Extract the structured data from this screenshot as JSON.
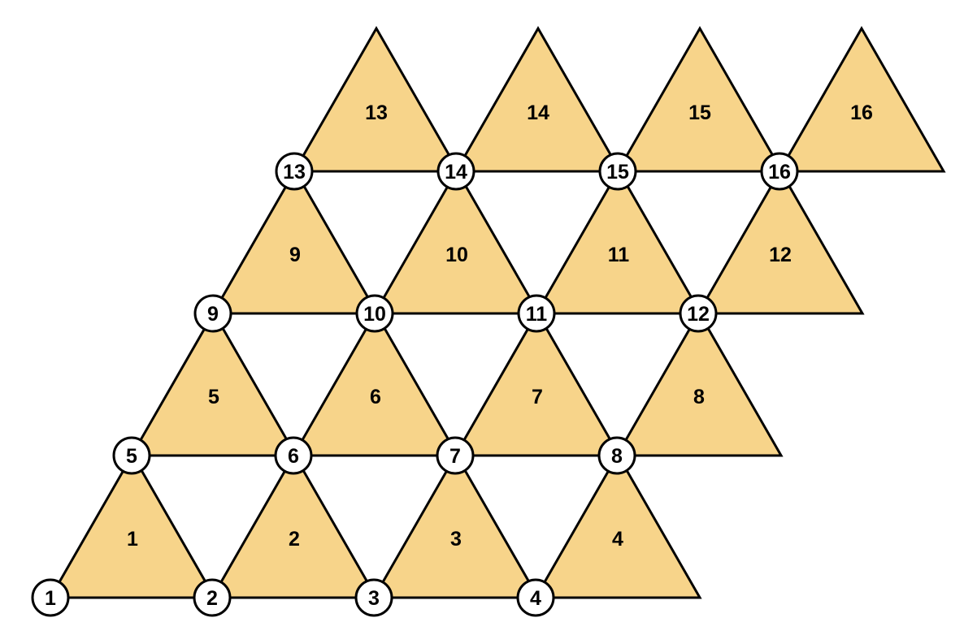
{
  "diagram": {
    "nodes": [
      {
        "id": "1",
        "label": "1"
      },
      {
        "id": "2",
        "label": "2"
      },
      {
        "id": "3",
        "label": "3"
      },
      {
        "id": "4",
        "label": "4"
      },
      {
        "id": "5",
        "label": "5"
      },
      {
        "id": "6",
        "label": "6"
      },
      {
        "id": "7",
        "label": "7"
      },
      {
        "id": "8",
        "label": "8"
      },
      {
        "id": "9",
        "label": "9"
      },
      {
        "id": "10",
        "label": "10"
      },
      {
        "id": "11",
        "label": "11"
      },
      {
        "id": "12",
        "label": "12"
      },
      {
        "id": "13",
        "label": "13"
      },
      {
        "id": "14",
        "label": "14"
      },
      {
        "id": "15",
        "label": "15"
      },
      {
        "id": "16",
        "label": "16"
      }
    ],
    "triangles": [
      {
        "id": "1",
        "label": "1",
        "left_node": "1",
        "right_node": "2",
        "top_node": "5"
      },
      {
        "id": "2",
        "label": "2",
        "left_node": "2",
        "right_node": "3",
        "top_node": "6"
      },
      {
        "id": "3",
        "label": "3",
        "left_node": "3",
        "right_node": "4",
        "top_node": "7"
      },
      {
        "id": "4",
        "label": "4",
        "left_node": "4",
        "right_node": null,
        "top_node": "8"
      },
      {
        "id": "5",
        "label": "5",
        "left_node": "5",
        "right_node": "6",
        "top_node": "9"
      },
      {
        "id": "6",
        "label": "6",
        "left_node": "6",
        "right_node": "7",
        "top_node": "10"
      },
      {
        "id": "7",
        "label": "7",
        "left_node": "7",
        "right_node": "8",
        "top_node": "11"
      },
      {
        "id": "8",
        "label": "8",
        "left_node": "8",
        "right_node": null,
        "top_node": "12"
      },
      {
        "id": "9",
        "label": "9",
        "left_node": "9",
        "right_node": "10",
        "top_node": "13"
      },
      {
        "id": "10",
        "label": "10",
        "left_node": "10",
        "right_node": "11",
        "top_node": "14"
      },
      {
        "id": "11",
        "label": "11",
        "left_node": "11",
        "right_node": "12",
        "top_node": "15"
      },
      {
        "id": "12",
        "label": "12",
        "left_node": "12",
        "right_node": null,
        "top_node": "16"
      },
      {
        "id": "13",
        "label": "13",
        "left_node": "13",
        "right_node": "14",
        "top_node": null
      },
      {
        "id": "14",
        "label": "14",
        "left_node": "14",
        "right_node": "15",
        "top_node": null
      },
      {
        "id": "15",
        "label": "15",
        "left_node": "15",
        "right_node": "16",
        "top_node": null
      },
      {
        "id": "16",
        "label": "16",
        "left_node": "16",
        "right_node": null,
        "top_node": null
      }
    ],
    "edges": [
      [
        "1",
        "2"
      ],
      [
        "2",
        "3"
      ],
      [
        "3",
        "4"
      ],
      [
        "5",
        "6"
      ],
      [
        "6",
        "7"
      ],
      [
        "7",
        "8"
      ],
      [
        "9",
        "10"
      ],
      [
        "10",
        "11"
      ],
      [
        "11",
        "12"
      ],
      [
        "13",
        "14"
      ],
      [
        "14",
        "15"
      ],
      [
        "15",
        "16"
      ]
    ],
    "colors": {
      "triangle_fill": "#f7d48a",
      "stroke": "#000000",
      "node_fill": "#ffffff"
    }
  }
}
